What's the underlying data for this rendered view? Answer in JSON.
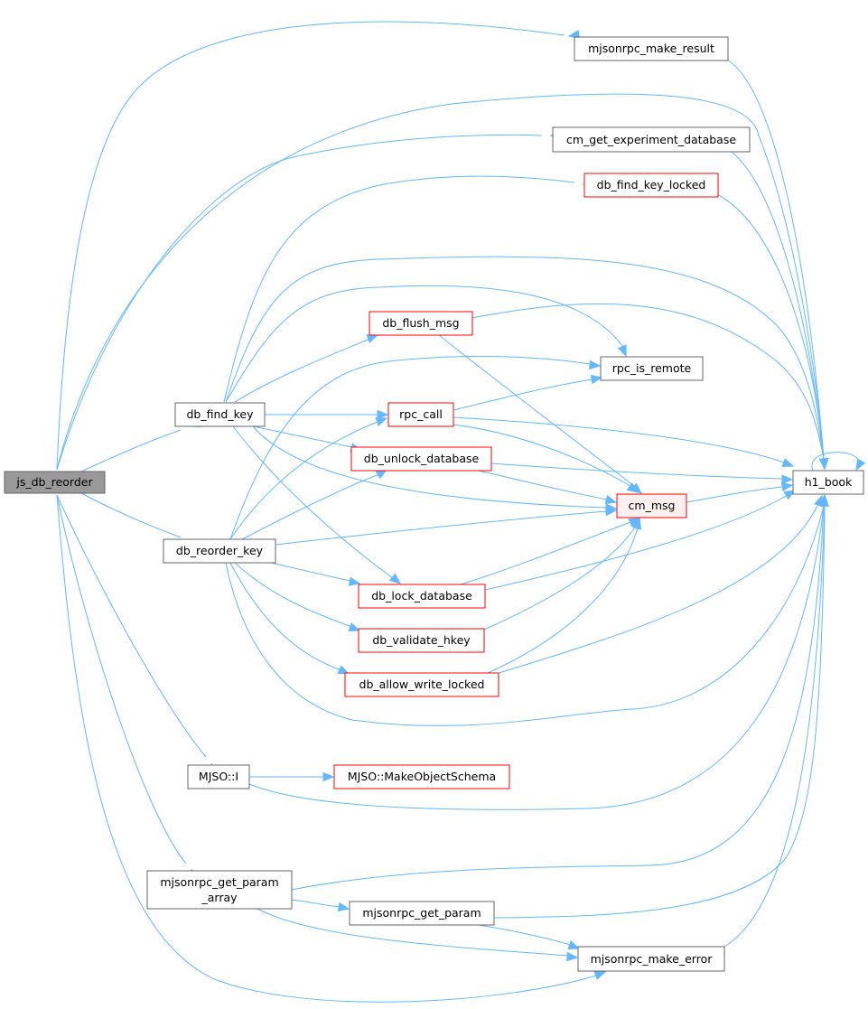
{
  "colors": {
    "edge": "#63b8ff",
    "node_border_normal": "#666666",
    "node_border_truncated": "#ff0000",
    "node_fill": "#ffffff",
    "node_fill_root": "#999999",
    "node_fill_highlight": "#fff0f0"
  },
  "nodes": {
    "js_db_reorder": {
      "label": "js_db_reorder",
      "style": "root"
    },
    "mjsonrpc_make_result": {
      "label": "mjsonrpc_make_result",
      "style": "normal"
    },
    "cm_get_experiment_database": {
      "label": "cm_get_experiment_database",
      "style": "normal"
    },
    "db_find_key_locked": {
      "label": "db_find_key_locked",
      "style": "truncated"
    },
    "db_flush_msg": {
      "label": "db_flush_msg",
      "style": "truncated"
    },
    "rpc_is_remote": {
      "label": "rpc_is_remote",
      "style": "normal"
    },
    "db_find_key": {
      "label": "db_find_key",
      "style": "normal"
    },
    "rpc_call": {
      "label": "rpc_call",
      "style": "truncated"
    },
    "db_unlock_database": {
      "label": "db_unlock_database",
      "style": "truncated"
    },
    "h1_book": {
      "label": "h1_book",
      "style": "normal"
    },
    "cm_msg": {
      "label": "cm_msg",
      "style": "highlight"
    },
    "db_reorder_key": {
      "label": "db_reorder_key",
      "style": "normal"
    },
    "db_lock_database": {
      "label": "db_lock_database",
      "style": "truncated"
    },
    "db_validate_hkey": {
      "label": "db_validate_hkey",
      "style": "truncated"
    },
    "db_allow_write_locked": {
      "label": "db_allow_write_locked",
      "style": "truncated"
    },
    "mjso_i": {
      "label": "MJSO::I",
      "style": "normal"
    },
    "mjso_makeobjectschema": {
      "label": "MJSO::MakeObjectSchema",
      "style": "truncated"
    },
    "mjsonrpc_get_param_array": {
      "label": "mjsonrpc_get_param",
      "label2": "_array",
      "style": "normal"
    },
    "mjsonrpc_get_param": {
      "label": "mjsonrpc_get_param",
      "style": "normal"
    },
    "mjsonrpc_make_error": {
      "label": "mjsonrpc_make_error",
      "style": "normal"
    }
  },
  "edges": [
    {
      "from": "js_db_reorder",
      "to": "mjsonrpc_make_result"
    },
    {
      "from": "js_db_reorder",
      "to": "h1_book"
    },
    {
      "from": "js_db_reorder",
      "to": "cm_get_experiment_database"
    },
    {
      "from": "js_db_reorder",
      "to": "db_find_key"
    },
    {
      "from": "js_db_reorder",
      "to": "db_reorder_key"
    },
    {
      "from": "js_db_reorder",
      "to": "mjso_i"
    },
    {
      "from": "js_db_reorder",
      "to": "mjsonrpc_get_param_array"
    },
    {
      "from": "js_db_reorder",
      "to": "mjsonrpc_make_error"
    },
    {
      "from": "mjsonrpc_make_result",
      "to": "h1_book"
    },
    {
      "from": "cm_get_experiment_database",
      "to": "h1_book"
    },
    {
      "from": "db_find_key_locked",
      "to": "h1_book"
    },
    {
      "from": "db_find_key",
      "to": "db_find_key_locked"
    },
    {
      "from": "db_find_key",
      "to": "h1_book"
    },
    {
      "from": "db_find_key",
      "to": "rpc_is_remote"
    },
    {
      "from": "db_find_key",
      "to": "db_flush_msg"
    },
    {
      "from": "db_find_key",
      "to": "rpc_call"
    },
    {
      "from": "db_find_key",
      "to": "db_unlock_database"
    },
    {
      "from": "db_find_key",
      "to": "cm_msg"
    },
    {
      "from": "db_find_key",
      "to": "db_lock_database"
    },
    {
      "from": "db_flush_msg",
      "to": "h1_book"
    },
    {
      "from": "db_flush_msg",
      "to": "cm_msg"
    },
    {
      "from": "rpc_call",
      "to": "rpc_is_remote"
    },
    {
      "from": "rpc_call",
      "to": "h1_book"
    },
    {
      "from": "rpc_call",
      "to": "cm_msg"
    },
    {
      "from": "db_unlock_database",
      "to": "h1_book"
    },
    {
      "from": "db_unlock_database",
      "to": "cm_msg"
    },
    {
      "from": "cm_msg",
      "to": "h1_book"
    },
    {
      "from": "h1_book",
      "to": "h1_book"
    },
    {
      "from": "db_reorder_key",
      "to": "rpc_is_remote"
    },
    {
      "from": "db_reorder_key",
      "to": "rpc_call"
    },
    {
      "from": "db_reorder_key",
      "to": "db_unlock_database"
    },
    {
      "from": "db_reorder_key",
      "to": "cm_msg"
    },
    {
      "from": "db_reorder_key",
      "to": "db_lock_database"
    },
    {
      "from": "db_reorder_key",
      "to": "db_validate_hkey"
    },
    {
      "from": "db_reorder_key",
      "to": "db_allow_write_locked"
    },
    {
      "from": "db_reorder_key",
      "to": "h1_book"
    },
    {
      "from": "db_lock_database",
      "to": "cm_msg"
    },
    {
      "from": "db_lock_database",
      "to": "h1_book"
    },
    {
      "from": "db_validate_hkey",
      "to": "cm_msg"
    },
    {
      "from": "db_allow_write_locked",
      "to": "cm_msg"
    },
    {
      "from": "db_allow_write_locked",
      "to": "h1_book"
    },
    {
      "from": "mjso_i",
      "to": "mjso_makeobjectschema"
    },
    {
      "from": "mjso_i",
      "to": "h1_book"
    },
    {
      "from": "mjsonrpc_get_param_array",
      "to": "h1_book"
    },
    {
      "from": "mjsonrpc_get_param_array",
      "to": "mjsonrpc_get_param"
    },
    {
      "from": "mjsonrpc_get_param_array",
      "to": "mjsonrpc_make_error"
    },
    {
      "from": "mjsonrpc_get_param",
      "to": "h1_book"
    },
    {
      "from": "mjsonrpc_get_param",
      "to": "mjsonrpc_make_error"
    },
    {
      "from": "mjsonrpc_make_error",
      "to": "h1_book"
    }
  ]
}
